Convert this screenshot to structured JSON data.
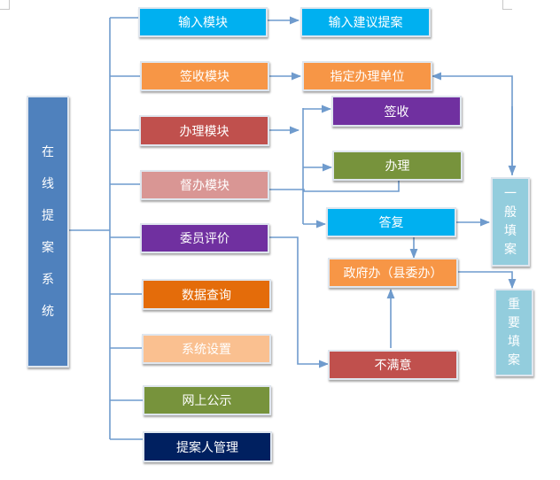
{
  "colors": {
    "line": "#6f9bcd",
    "blue": "#00b0f0",
    "orange_light": "#f79646",
    "red": "#c0504d",
    "pink": "#d99694",
    "purple": "#7030a0",
    "orange_dark": "#e46c0a",
    "peach": "#fac090",
    "green": "#77933c",
    "navy": "#002060",
    "steel": "#4f81bd",
    "sky": "#93cddd"
  },
  "title": "在线提案系统",
  "modules": {
    "input": "输入模块",
    "sign": "签收模块",
    "handle": "办理模块",
    "supervise": "督办模块",
    "evaluate": "委员评价",
    "query": "数据查询",
    "settings": "系统设置",
    "publish": "网上公示",
    "proposer": "提案人管理"
  },
  "flow": {
    "input_proposal": "输入建议提案",
    "assign_unit": "指定办理单位",
    "sign_receipt": "签收",
    "process": "办理",
    "reply": "答复",
    "gov_office": "政府办（县委办）",
    "unsatisfied": "不满意"
  },
  "side": {
    "general": "一般填案",
    "important": "重要填案"
  }
}
